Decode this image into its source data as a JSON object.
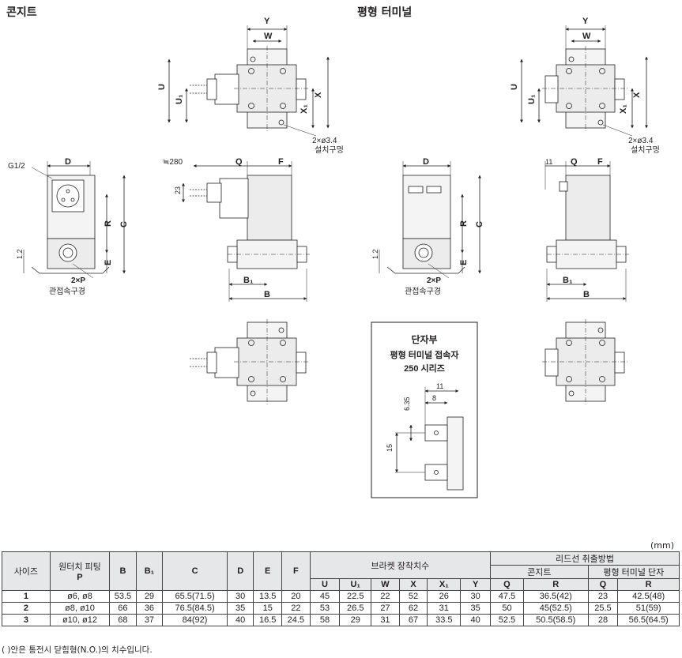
{
  "titles": {
    "left": "콘지트",
    "right": "평형 터미널"
  },
  "labels": {
    "y": "Y",
    "w": "W",
    "u": "U",
    "u1": "U₁",
    "x": "X",
    "x1": "X₁",
    "hole": "2×ø3.4",
    "hole_desc": "설치구멍",
    "d": "D",
    "r": "R",
    "c": "C",
    "e": "E",
    "q": "Q",
    "f": "F",
    "b": "B",
    "b1": "B₁",
    "g12": "G1/2",
    "d12": "1.2",
    "port": "2×P",
    "port_desc": "관접속구경",
    "l280": "≒280",
    "l23": "23",
    "l11": "11"
  },
  "terminal_box": {
    "title": "단자부",
    "subtitle": "평형 터미널 접속자",
    "series": "250 시리즈",
    "dim11": "11",
    "dim8": "8",
    "dim635": "6.35",
    "dim15": "15"
  },
  "table": {
    "unit": "(mm)",
    "header": {
      "size": "사이즈",
      "fitting": "원터치 피팅",
      "fitting_p": "P",
      "b": "B",
      "b1": "B₁",
      "c": "C",
      "d": "D",
      "e": "E",
      "f": "F",
      "bracket": "브라켓 장착치수",
      "lead": "리드선 취출방법",
      "conduit": "콘지트",
      "terminal": "평형 터미널 단자",
      "u": "U",
      "u1": "U₁",
      "w": "W",
      "x": "X",
      "x1": "X₁",
      "y": "Y",
      "q": "Q",
      "r": "R",
      "q2": "Q",
      "r2": "R"
    },
    "rows": [
      [
        "1",
        "ø6, ø8",
        "53.5",
        "29",
        "65.5(71.5)",
        "30",
        "13.5",
        "20",
        "45",
        "22.5",
        "22",
        "52",
        "26",
        "30",
        "47.5",
        "36.5(42)",
        "23",
        "42.5(48)"
      ],
      [
        "2",
        "ø8, ø10",
        "66",
        "36",
        "76.5(84.5)",
        "35",
        "15",
        "22",
        "53",
        "26.5",
        "27",
        "62",
        "31",
        "35",
        "50",
        "45(52.5)",
        "25.5",
        "51(59)"
      ],
      [
        "3",
        "ø10, ø12",
        "68",
        "37",
        "84(92)",
        "40",
        "16.5",
        "24.5",
        "58",
        "29",
        "31",
        "67",
        "33.5",
        "40",
        "52.5",
        "50.5(58.5)",
        "28",
        "56.5(64.5)"
      ]
    ],
    "note": "(  )안은 통전시 닫힘형(N.O.)의 치수입니다."
  }
}
